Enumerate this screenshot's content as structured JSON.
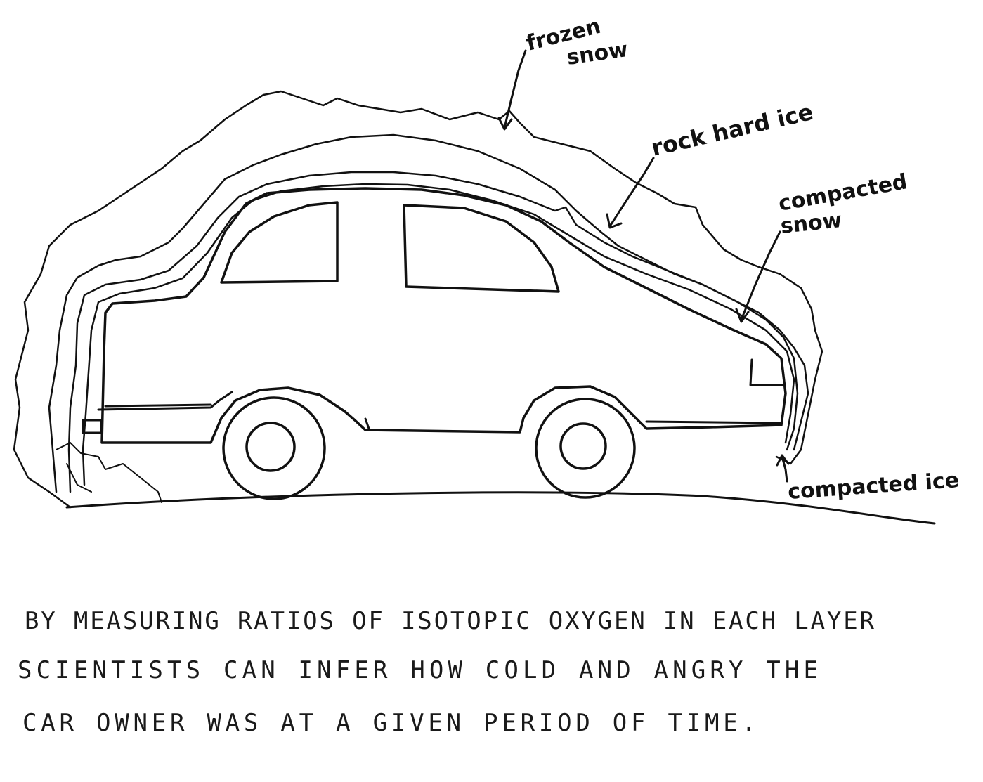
{
  "labels": {
    "frozen_snow_line1": "frozen",
    "frozen_snow_line2": "snow",
    "rock_hard_ice": "rock hard ice",
    "compacted_snow_line1": "compacted",
    "compacted_snow_line2": "snow",
    "compacted_ice": "compacted ice"
  },
  "caption": {
    "line1": "BY MEASURING RATIOS OF ISOTOPIC OXYGEN IN EACH LAYER",
    "line2": "SCIENTISTS CAN INFER HOW COLD AND ANGRY THE",
    "line3": "CAR OWNER WAS AT A GIVEN PERIOD OF TIME."
  },
  "colors": {
    "ink": "#111111",
    "paper": "#ffffff"
  }
}
